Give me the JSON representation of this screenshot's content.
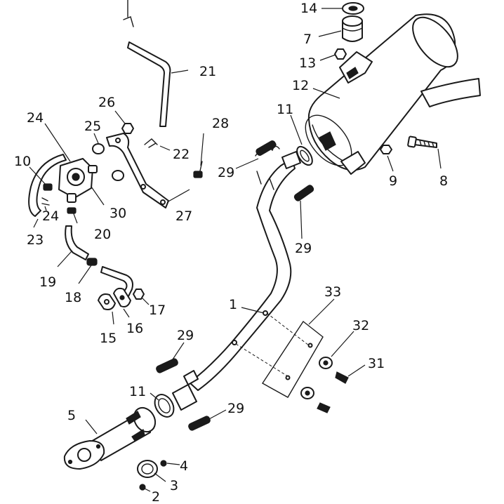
{
  "callouts": [
    {
      "id": "c1",
      "text": "1"
    },
    {
      "id": "c2",
      "text": "2"
    },
    {
      "id": "c3",
      "text": "3"
    },
    {
      "id": "c4",
      "text": "4"
    },
    {
      "id": "c5",
      "text": "5"
    },
    {
      "id": "c7",
      "text": "7"
    },
    {
      "id": "c8",
      "text": "8"
    },
    {
      "id": "c9",
      "text": "9"
    },
    {
      "id": "c10",
      "text": "10"
    },
    {
      "id": "c11a",
      "text": "11"
    },
    {
      "id": "c11b",
      "text": "11"
    },
    {
      "id": "c12",
      "text": "12"
    },
    {
      "id": "c13",
      "text": "13"
    },
    {
      "id": "c14",
      "text": "14"
    },
    {
      "id": "c15",
      "text": "15"
    },
    {
      "id": "c16",
      "text": "16"
    },
    {
      "id": "c17",
      "text": "17"
    },
    {
      "id": "c18",
      "text": "18"
    },
    {
      "id": "c19",
      "text": "19"
    },
    {
      "id": "c20",
      "text": "20"
    },
    {
      "id": "c21",
      "text": "21"
    },
    {
      "id": "c22",
      "text": "22"
    },
    {
      "id": "c23",
      "text": "23"
    },
    {
      "id": "c24a",
      "text": "24"
    },
    {
      "id": "c24b",
      "text": "24"
    },
    {
      "id": "c25",
      "text": "25"
    },
    {
      "id": "c26",
      "text": "26"
    },
    {
      "id": "c27",
      "text": "27"
    },
    {
      "id": "c28",
      "text": "28"
    },
    {
      "id": "c29a",
      "text": "29"
    },
    {
      "id": "c29b",
      "text": "29"
    },
    {
      "id": "c29c",
      "text": "29"
    },
    {
      "id": "c29d",
      "text": "29"
    },
    {
      "id": "c30",
      "text": "30"
    },
    {
      "id": "c31",
      "text": "31"
    },
    {
      "id": "c32",
      "text": "32"
    },
    {
      "id": "c33",
      "text": "33"
    }
  ],
  "colors": {
    "line": "#1a1a1a",
    "background": "#ffffff"
  }
}
